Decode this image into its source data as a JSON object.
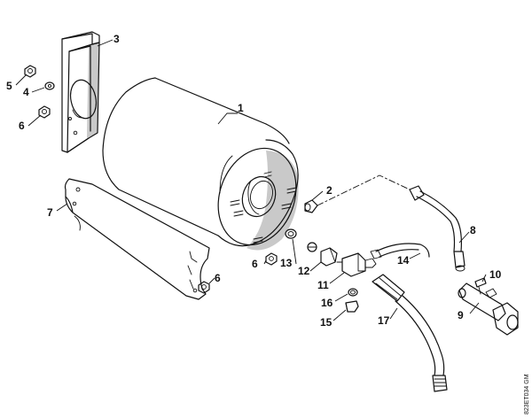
{
  "labels": {
    "p1": "1",
    "p2": "2",
    "p3": "3",
    "p4": "4",
    "p5": "5",
    "p6a": "6",
    "p6b": "6",
    "p6c": "6",
    "p7": "7",
    "p8": "8",
    "p9": "9",
    "p10": "10",
    "p11": "11",
    "p12": "12",
    "p13": "13",
    "p14": "14",
    "p15": "15",
    "p16": "16",
    "p17": "17"
  },
  "drawing_code": "823ET034 GM"
}
